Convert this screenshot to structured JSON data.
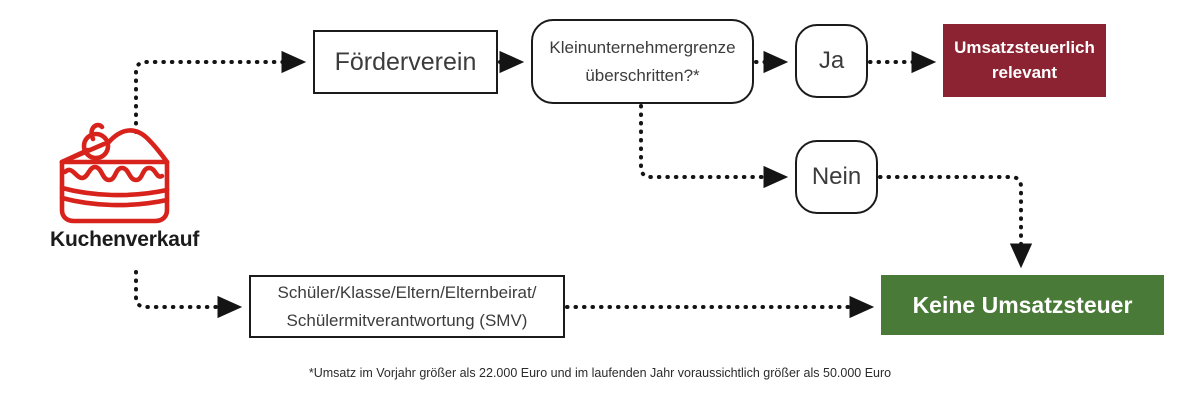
{
  "diagram": {
    "title": "Kuchenverkauf Umsatzsteuer Entscheidungsbaum",
    "colors": {
      "accent_red": "#C1271D",
      "terminal_red": "#8B2332",
      "terminal_green": "#497A38",
      "line": "#141414",
      "box_border": "#1b1b1b",
      "box_text": "#3c3c3c"
    },
    "start": {
      "icon": "cake-slice-icon",
      "label": "Kuchenverkauf"
    },
    "nodes": [
      {
        "id": "foerderverein",
        "label": "Förderverein",
        "shape": "rect",
        "fill": "white"
      },
      {
        "id": "kleinunternehmergrenze",
        "label": "Kleinunternehmergrenze\nüberschritten?*",
        "shape": "rounded",
        "fill": "white"
      },
      {
        "id": "ja",
        "label": "Ja",
        "shape": "rounded",
        "fill": "white"
      },
      {
        "id": "nein",
        "label": "Nein",
        "shape": "rounded",
        "fill": "white"
      },
      {
        "id": "umsatzsteuerlich-relevant",
        "label": "Umsatzsteuerlich\nrelevant",
        "shape": "rect",
        "fill": "#8B2332"
      },
      {
        "id": "keine-umsatzsteuer",
        "label": "Keine Umsatzsteuer",
        "shape": "rect",
        "fill": "#497A38"
      },
      {
        "id": "schueler",
        "label": "Schüler/Klasse/Eltern/Elternbeirat/\nSchülermitverantwortung (SMV)",
        "shape": "rect",
        "fill": "white"
      }
    ],
    "edges": [
      {
        "from": "kuchenverkauf",
        "to": "foerderverein",
        "style": "dotted",
        "arrow": "right"
      },
      {
        "from": "foerderverein",
        "to": "kleinunternehmergrenze",
        "style": "dotted",
        "arrow": "right"
      },
      {
        "from": "kleinunternehmergrenze",
        "to": "ja",
        "style": "dotted",
        "arrow": "right"
      },
      {
        "from": "ja",
        "to": "umsatzsteuerlich-relevant",
        "style": "dotted",
        "arrow": "right"
      },
      {
        "from": "kleinunternehmergrenze",
        "to": "nein",
        "style": "dotted",
        "arrow": "right"
      },
      {
        "from": "nein",
        "to": "keine-umsatzsteuer",
        "style": "dotted",
        "arrow": "down"
      },
      {
        "from": "kuchenverkauf",
        "to": "schueler",
        "style": "dotted",
        "arrow": "right"
      },
      {
        "from": "schueler",
        "to": "keine-umsatzsteuer",
        "style": "dotted",
        "arrow": "right"
      }
    ],
    "footnote": "*Umsatz im Vorjahr größer als 22.000 Euro und im laufenden Jahr voraussichtlich größer als 50.000 Euro"
  }
}
